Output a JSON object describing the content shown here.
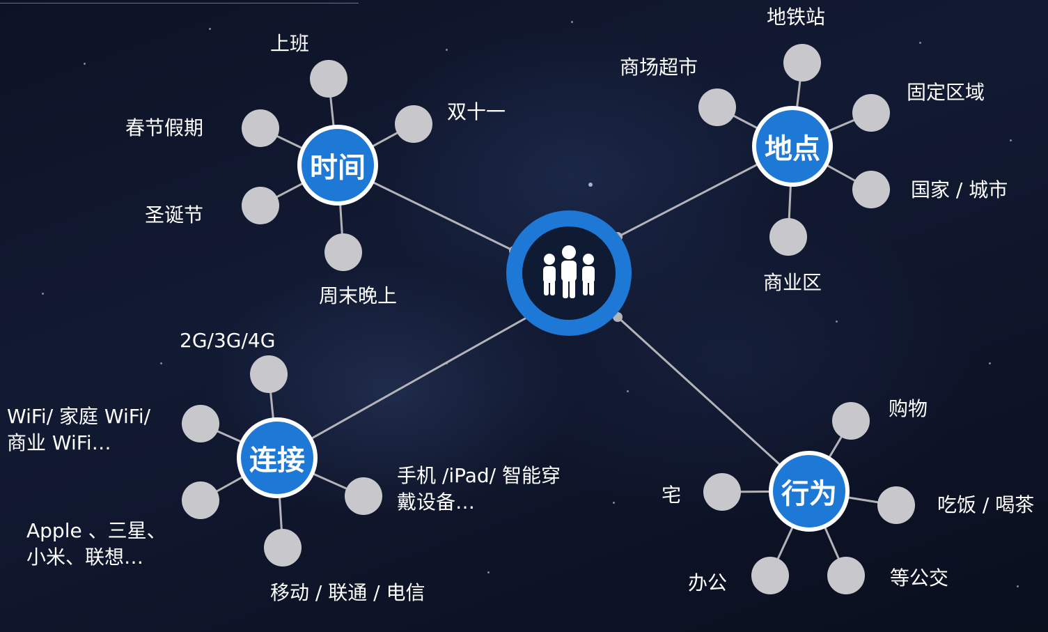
{
  "center": {
    "icon": "people-group-icon"
  },
  "hubs": {
    "time": {
      "label": "时间",
      "children": [
        "上班",
        "双十一",
        "春节假期",
        "圣诞节",
        "周末晚上"
      ]
    },
    "place": {
      "label": "地点",
      "children": [
        "地铁站",
        "商场超市",
        "固定区域",
        "国家 / 城市",
        "商业区"
      ]
    },
    "connect": {
      "label": "连接",
      "children": [
        "2G/3G/4G",
        "WiFi/ 家庭 WiFi/ 商业 WiFi…",
        "手机 /iPad/ 智能穿戴设备…",
        "Apple 、三星、小米、联想…",
        "移动 / 联通 / 电信"
      ]
    },
    "behavior": {
      "label": "行为",
      "children": [
        "购物",
        "宅",
        "吃饭 / 喝茶",
        "办公",
        "等公交"
      ]
    }
  },
  "colors": {
    "hub": "#1e78d6",
    "leaf": "#c8c8cc",
    "line": "#b4b4b8",
    "text": "#ffffff"
  }
}
